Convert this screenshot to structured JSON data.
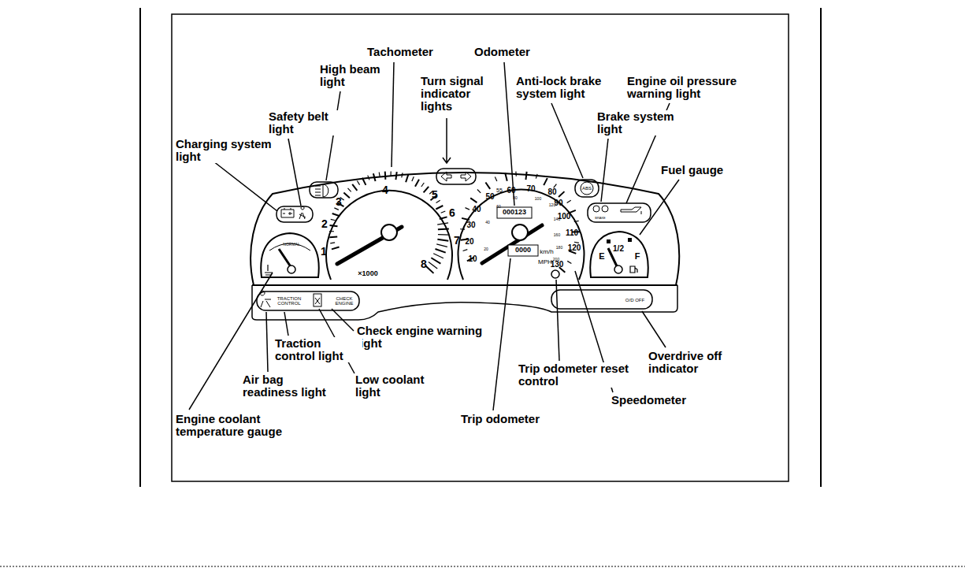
{
  "diagram": {
    "labels": [
      "Tachometer",
      "Odometer",
      "High beam light",
      "Turn signal indicator lights",
      "Anti-lock brake system light",
      "Engine oil pressure warning light",
      "Safety belt light",
      "Brake system light",
      "Charging system light",
      "Fuel gauge",
      "Check engine warning light",
      "Traction control light",
      "Overdrive off indicator",
      "Air bag readiness light",
      "Low coolant light",
      "Trip odometer reset control",
      "Speedometer",
      "Engine coolant temperature gauge",
      "Trip odometer",
      "1",
      "2",
      "3",
      "4",
      "5",
      "6",
      "7",
      "8",
      "×1000",
      "10",
      "20",
      "30",
      "40",
      "50",
      "55",
      "60",
      "70",
      "80",
      "90",
      "100",
      "110",
      "120",
      "130",
      "20",
      "40",
      "60",
      "80",
      "100",
      "120",
      "140",
      "160",
      "180",
      "200",
      "000123",
      "0000",
      "km/h",
      "MPH",
      "ABS",
      "BRAKE",
      "NORMAL",
      "E",
      "1/2",
      "F",
      "TRACTION CONTROL",
      "CHECK ENGINE",
      "O/D OFF"
    ]
  }
}
